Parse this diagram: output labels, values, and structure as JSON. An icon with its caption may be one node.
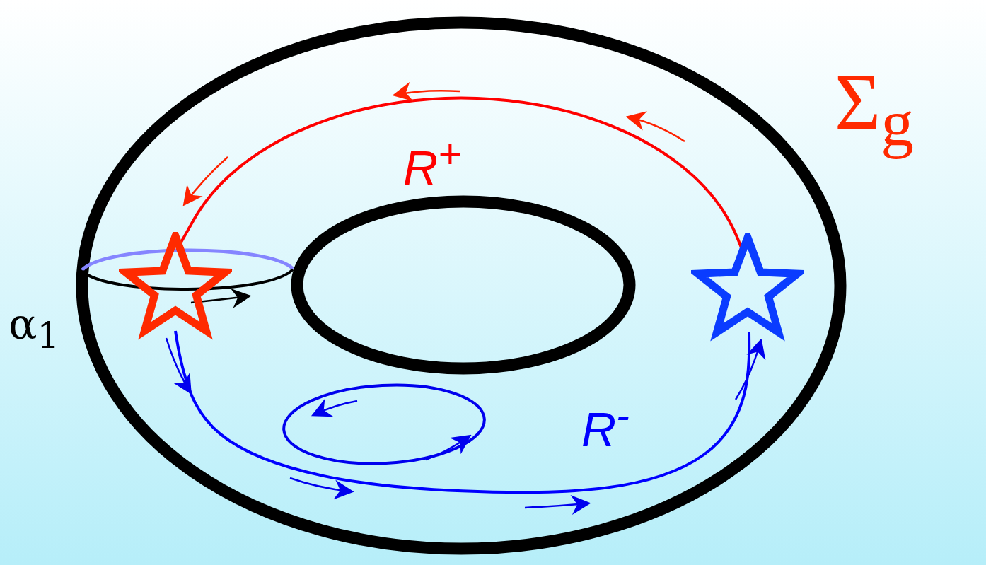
{
  "diagram": {
    "nodes": [
      {
        "text": [],
        "shape": "star"
      },
      {
        "text": [],
        "shape": "star"
      }
    ],
    "edges": [
      {
        "from": 1,
        "to": 0,
        "arrow": "none",
        "label": "R$^{+}$",
        "color": "#ff0000"
      },
      {
        "from": 0,
        "to": 1,
        "arrow": "none",
        "label": "R$^{-}$",
        "color": "#0000ff"
      }
    ],
    "labels": [
      "Σ$_{g}$",
      "α$_{1}$"
    ]
  }
}
